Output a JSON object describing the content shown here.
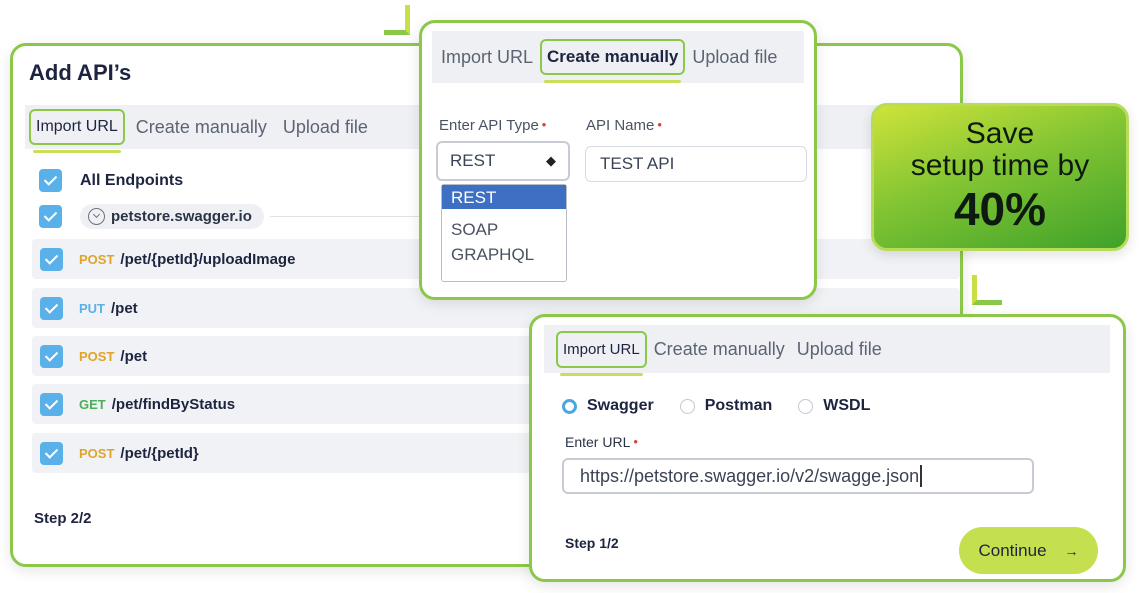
{
  "main_card": {
    "title": "Add API’s",
    "tabs": [
      "Import URL",
      "Create manually",
      "Upload file"
    ],
    "active_tab": "Import URL",
    "all_endpoints_label": "All Endpoints",
    "domain": "petstore.swagger.io",
    "endpoints": [
      {
        "method": "POST",
        "path": "/pet/{petId}/uploadImage",
        "method_color": "#e0a42a"
      },
      {
        "method": "PUT",
        "path": "/pet",
        "method_color": "#5ab0e8"
      },
      {
        "method": "POST",
        "path": "/pet",
        "method_color": "#e0a42a"
      },
      {
        "method": "GET",
        "path": "/pet/findByStatus",
        "method_color": "#4cae5a"
      },
      {
        "method": "POST",
        "path": "/pet/{petId}",
        "method_color": "#e0a42a"
      }
    ],
    "step": "Step 2/2"
  },
  "create_card": {
    "tabs": [
      "Import URL",
      "Create manually",
      "Upload file"
    ],
    "active_tab": "Create manually",
    "api_type_label": "Enter API Type",
    "api_type_value": "REST",
    "api_type_options": [
      "REST",
      "SOAP",
      "GRAPHQL"
    ],
    "api_name_label": "API Name",
    "api_name_value": "TEST API",
    "required_marker": "•"
  },
  "import_card": {
    "tabs": [
      "Import URL",
      "Create manually",
      "Upload file"
    ],
    "active_tab": "Import URL",
    "sources": [
      "Swagger",
      "Postman",
      "WSDL"
    ],
    "selected_source": "Swagger",
    "url_label": "Enter URL",
    "url_value": "https://petstore.swagger.io/v2/swagge.json",
    "step": "Step 1/2",
    "continue_label": "Continue",
    "continue_arrow": "→"
  },
  "promo": {
    "line1": "Save",
    "line2": "setup time by",
    "line3": "40%"
  },
  "colors": {
    "accent_green": "#8bc84a",
    "lime": "#c4e04e",
    "checkbox_blue": "#5ab0e8",
    "post": "#e0a42a",
    "put": "#5ab0e8",
    "get": "#4cae5a"
  }
}
